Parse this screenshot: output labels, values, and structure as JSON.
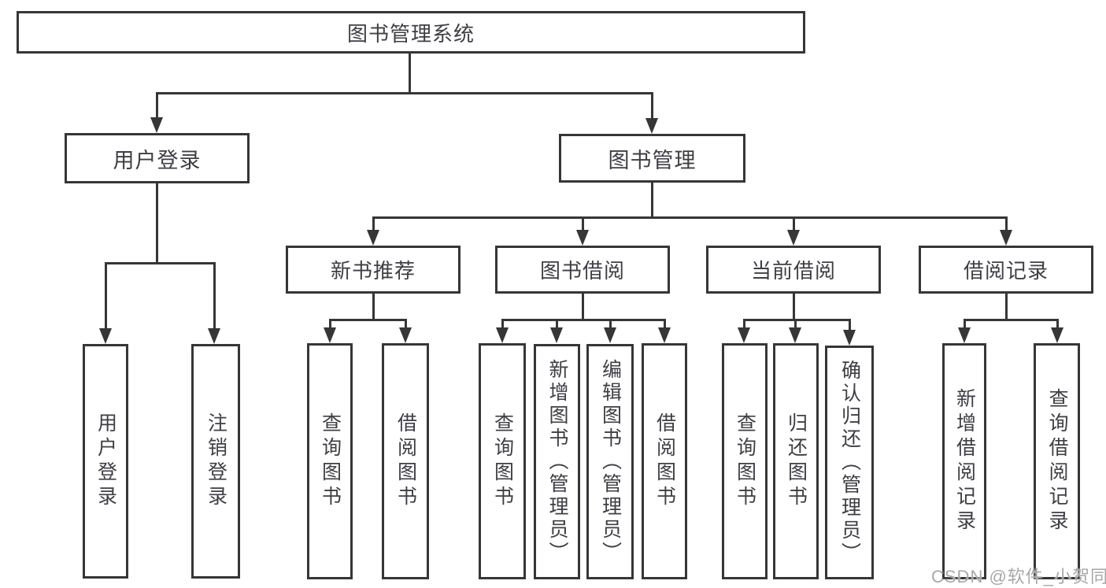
{
  "diagram": {
    "watermark": "CSDN @软件_小贺同学",
    "colors": {
      "line": "#363636",
      "text": "#3e3e44",
      "background": "#ffffff",
      "watermark": "#a8a8a8"
    },
    "tree": {
      "root": {
        "label": "图书管理系统",
        "children": [
          {
            "label": "用户登录",
            "children": [
              {
                "label": "用户登录"
              },
              {
                "label": "注销登录"
              }
            ]
          },
          {
            "label": "图书管理",
            "children": [
              {
                "label": "新书推荐",
                "children": [
                  {
                    "label": "查询图书"
                  },
                  {
                    "label": "借阅图书"
                  }
                ]
              },
              {
                "label": "图书借阅",
                "children": [
                  {
                    "label": "查询图书"
                  },
                  {
                    "label": "新增图书（管理员）"
                  },
                  {
                    "label": "编辑图书（管理员）"
                  },
                  {
                    "label": "借阅图书"
                  }
                ]
              },
              {
                "label": "当前借阅",
                "children": [
                  {
                    "label": "查询图书"
                  },
                  {
                    "label": "归还图书"
                  },
                  {
                    "label": "确认归还（管理员）"
                  }
                ]
              },
              {
                "label": "借阅记录",
                "children": [
                  {
                    "label": "新增借阅记录"
                  },
                  {
                    "label": "查询借阅记录"
                  }
                ]
              }
            ]
          }
        ]
      }
    }
  }
}
